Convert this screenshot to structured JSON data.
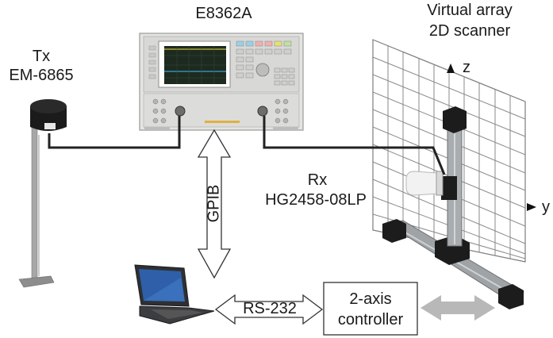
{
  "labels": {
    "analyzer": "E8362A",
    "scanner_line1": "Virtual array",
    "scanner_line2": "2D scanner",
    "tx_line1": "Tx",
    "tx_line2": "EM-6865",
    "rx_line1": "Rx",
    "rx_line2": "HG2458-08LP",
    "gpib": "GPIB",
    "rs232": "RS-232",
    "controller_line1": "2-axis",
    "controller_line2": "controller",
    "axis_z": "z",
    "axis_y": "y"
  },
  "colors": {
    "cable": "#222222",
    "instrument_body": "#e4e4e2",
    "screen": "#1d2a1f",
    "grid_line": "#8a8a8a",
    "motion_arrow": "#b8b8b8",
    "rail": "#9fa3a6",
    "laptop": "#2e3033",
    "laptop_screen": "#2f5fa8"
  }
}
